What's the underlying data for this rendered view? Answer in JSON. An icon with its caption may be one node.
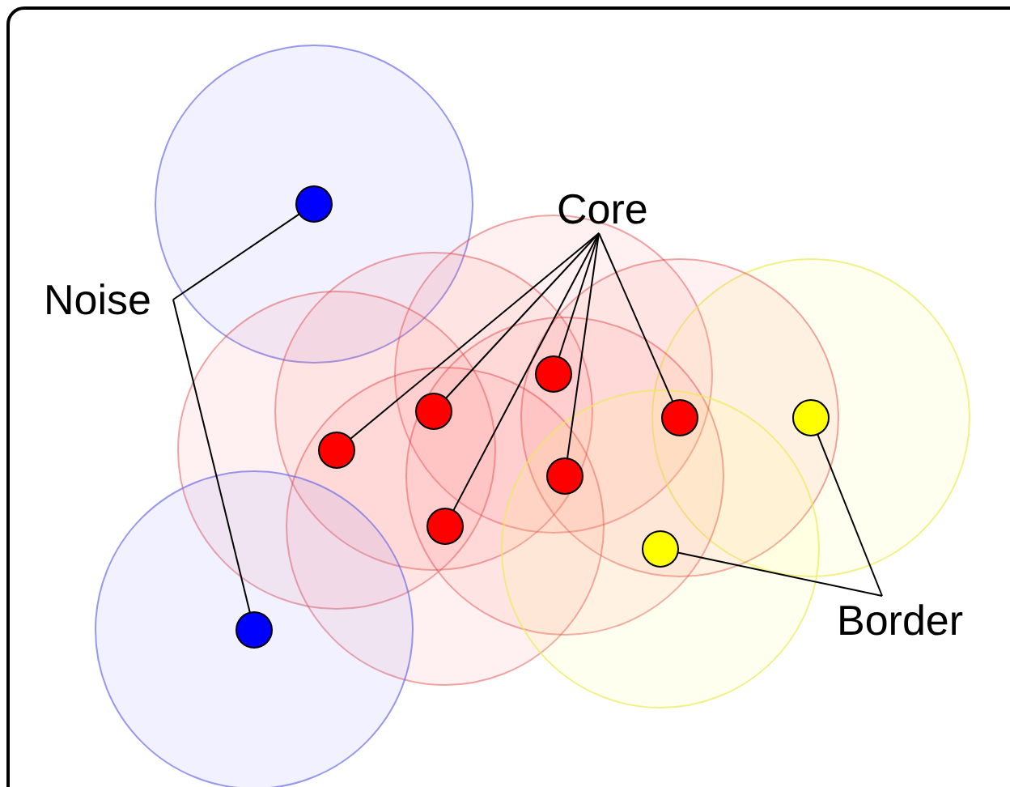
{
  "diagram": {
    "nodes": [
      {
        "text": [],
        "shape": "circle"
      },
      {
        "text": [
          "Core"
        ]
      },
      {
        "text": [
          "Noise"
        ]
      },
      {
        "text": [],
        "shape": "circle"
      },
      {
        "text": [],
        "shape": "circle"
      },
      {
        "text": [],
        "shape": "circle"
      },
      {
        "text": [],
        "shape": "circle"
      },
      {
        "text": [],
        "shape": "circle"
      },
      {
        "text": [],
        "shape": "circle"
      },
      {
        "text": [],
        "shape": "circle"
      },
      {
        "text": [],
        "shape": "circle"
      },
      {
        "text": [
          "Border"
        ]
      },
      {
        "text": [],
        "shape": "circle"
      }
    ],
    "edges": [
      {
        "from": 2,
        "to": 0,
        "arrow": "none"
      },
      {
        "from": 2,
        "to": 12,
        "arrow": "none"
      },
      {
        "from": 1,
        "to": 7,
        "arrow": "none"
      },
      {
        "from": 1,
        "to": 4,
        "arrow": "none"
      },
      {
        "from": 1,
        "to": 3,
        "arrow": "none"
      },
      {
        "from": 1,
        "to": 8,
        "arrow": "none"
      },
      {
        "from": 1,
        "to": 9,
        "arrow": "none"
      },
      {
        "from": 1,
        "to": 6,
        "arrow": "none"
      },
      {
        "from": 11,
        "to": 5,
        "arrow": "none"
      },
      {
        "from": 11,
        "to": 10,
        "arrow": "none"
      }
    ]
  }
}
